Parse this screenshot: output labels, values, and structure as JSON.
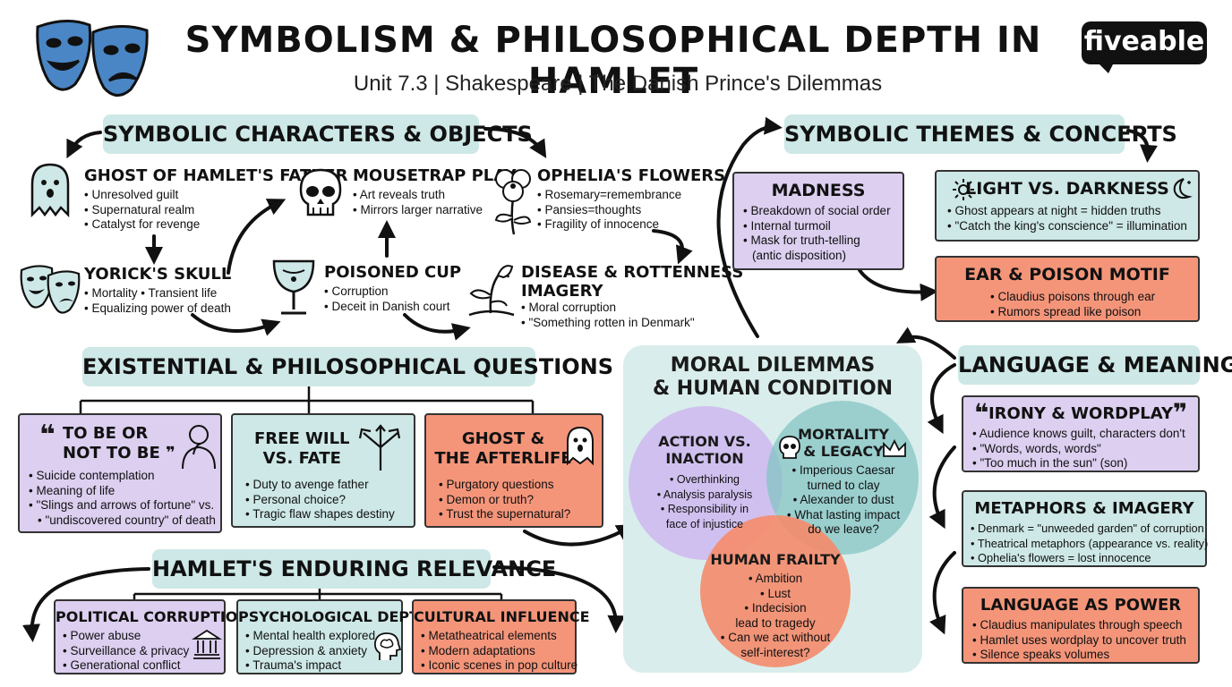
{
  "header": {
    "title": "SYMBOLISM & PHILOSOPHICAL DEPTH IN HAMLET",
    "subtitle": "Unit 7.3 | Shakespeare | The Danish Prince's Dilemmas",
    "logo": "fiveable"
  },
  "colors": {
    "teal": "#cde8e6",
    "purple": "#dccff0",
    "salmon": "#f4957a",
    "mask_blue": "#4a86c5"
  },
  "symbolic": {
    "banner": "SYMBOLIC CHARACTERS & OBJECTS",
    "items": [
      {
        "title": "GHOST OF HAMLET'S FATHER",
        "icon": "ghost-icon",
        "bullets": [
          "Unresolved guilt",
          "Supernatural realm",
          "Catalyst for revenge"
        ]
      },
      {
        "title": "MOUSETRAP PLAY",
        "icon": "skull-icon",
        "bullets": [
          "Art reveals truth",
          "Mirrors larger narrative"
        ]
      },
      {
        "title": "OPHELIA'S FLOWERS",
        "icon": "flower-icon",
        "bullets": [
          "Rosemary=remembrance",
          "Pansies=thoughts",
          "Fragility of innocence"
        ]
      },
      {
        "title": "YORICK'S SKULL",
        "icon": "masks-icon",
        "bullets": [
          "Mortality • Transient life",
          "Equalizing power of death"
        ]
      },
      {
        "title": "POISONED CUP",
        "icon": "goblet-icon",
        "bullets": [
          "Corruption",
          "Deceit in Danish court"
        ]
      },
      {
        "title": "DISEASE & ROTTENNESS IMAGERY",
        "title_lines": [
          "DISEASE & ROTTENNESS",
          "IMAGERY"
        ],
        "icon": "wilted-plant-icon",
        "bullets": [
          "Moral corruption",
          "\"Something rotten in Denmark\""
        ]
      }
    ]
  },
  "themes": {
    "banner": "SYMBOLIC THEMES & CONCEPTS",
    "madness": {
      "title": "MADNESS",
      "bullets": [
        "Breakdown of social order",
        "Internal turmoil",
        "Mask for truth-telling",
        "(antic disposition)"
      ]
    },
    "light": {
      "title": "LIGHT VS. DARKNESS",
      "bullets": [
        "Ghost appears at night = hidden truths",
        "\"Catch the king's conscience\" = illumination"
      ]
    },
    "ear": {
      "title": "EAR & POISON MOTIF",
      "bullets": [
        "Claudius poisons through ear",
        "Rumors spread like poison"
      ]
    }
  },
  "existential": {
    "banner": "EXISTENTIAL & PHILOSOPHICAL QUESTIONS",
    "cards": [
      {
        "title": "TO BE OR NOT TO BE",
        "title_lines": [
          "TO BE OR",
          "NOT TO BE"
        ],
        "bullets": [
          "Suicide contemplation",
          "Meaning of life",
          "\"Slings and arrows of fortune\" vs.",
          "\"undiscovered country\" of death"
        ]
      },
      {
        "title": "FREE WILL VS. FATE",
        "title_lines": [
          "FREE WILL",
          "VS. FATE"
        ],
        "bullets": [
          "Duty to avenge father",
          "Personal choice?",
          "Tragic flaw shapes destiny"
        ]
      },
      {
        "title": "GHOST & THE AFTERLIFE",
        "title_lines": [
          "GHOST &",
          "THE AFTERLIFE"
        ],
        "bullets": [
          "Purgatory questions",
          "Demon or truth?",
          "Trust the supernatural?"
        ]
      }
    ]
  },
  "moral": {
    "title_lines": [
      "MORAL DILEMMAS",
      "& HUMAN CONDITION"
    ],
    "action": {
      "title_lines": [
        "ACTION VS.",
        "INACTION"
      ],
      "bullets": [
        "Overthinking",
        "Analysis paralysis",
        "Responsibility in",
        "face of injustice"
      ]
    },
    "mortality": {
      "title_lines": [
        "MORTALITY",
        "& LEGACY"
      ],
      "bullets": [
        "Imperious Caesar",
        "turned to clay",
        "Alexander to dust",
        "What lasting impact",
        "do we leave?"
      ]
    },
    "frailty": {
      "title": "HUMAN FRAILTY",
      "bullets": [
        "Ambition",
        "Lust",
        "Indecision",
        "lead to tragedy",
        "Can we act without",
        "self-interest?"
      ]
    }
  },
  "language": {
    "banner": "LANGUAGE & MEANING",
    "irony": {
      "title": "IRONY & WORDPLAY",
      "bullets": [
        "Audience knows guilt, characters don't",
        "\"Words, words, words\"",
        "\"Too much in the sun\" (son)"
      ]
    },
    "metaphors": {
      "title": "METAPHORS & IMAGERY",
      "bullets": [
        "Denmark = \"unweeded garden\" of corruption",
        "Theatrical metaphors (appearance vs. reality)",
        "Ophelia's flowers = lost innocence"
      ]
    },
    "power": {
      "title": "LANGUAGE AS POWER",
      "bullets": [
        "Claudius manipulates through speech",
        "Hamlet uses wordplay to uncover truth",
        "Silence speaks volumes"
      ]
    }
  },
  "enduring": {
    "banner": "HAMLET'S ENDURING RELEVANCE",
    "cards": [
      {
        "title": "POLITICAL CORRUPTION",
        "bullets": [
          "Power abuse",
          "Surveillance & privacy",
          "Generational conflict"
        ]
      },
      {
        "title": "PSYCHOLOGICAL DEPTH",
        "bullets": [
          "Mental health explored",
          "Depression & anxiety",
          "Trauma's impact"
        ]
      },
      {
        "title": "CULTURAL INFLUENCE",
        "bullets": [
          "Metatheatrical elements",
          "Modern adaptations",
          "Iconic scenes in pop culture"
        ]
      }
    ]
  }
}
